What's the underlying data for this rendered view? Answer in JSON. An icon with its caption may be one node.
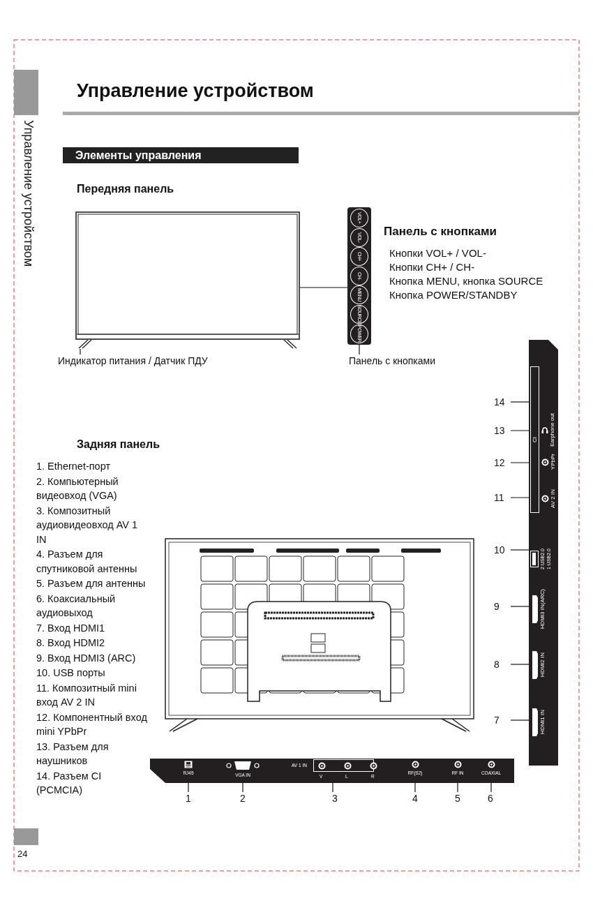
{
  "diagram": {
    "title": "Управление устройством",
    "nodes": [
      {
        "text": [],
        "shape": "picture"
      },
      {
        "text": [
          "Индикатор питания / Датчик ПДУ"
        ]
      },
      {
        "text": [],
        "shape": "bar"
      },
      {
        "text": [
          "VOL+"
        ],
        "in": 2
      },
      {
        "text": [
          "VOL-"
        ],
        "in": 2
      },
      {
        "text": [
          "CH+"
        ],
        "in": 2
      },
      {
        "text": [
          "CH-"
        ],
        "in": 2
      },
      {
        "text": [
          "MENU"
        ],
        "in": 2
      },
      {
        "text": [
          "SOURCE"
        ],
        "in": 2
      },
      {
        "text": [
          "POWER"
        ],
        "in": 2
      },
      {
        "text": [
          "Панель с кнопками"
        ]
      },
      {
        "text": [],
        "shape": "bar"
      },
      {
        "text": [
          "CI"
        ],
        "in": 11
      },
      {
        "text": [
          "Earphone out"
        ],
        "in": 11
      },
      {
        "text": [
          "YPbPr"
        ],
        "in": 11
      },
      {
        "text": [
          "AV 2 IN"
        ],
        "in": 11
      },
      {
        "text": [
          "2 USB2.0",
          "1 USB2.0"
        ],
        "in": 11
      },
      {
        "text": [
          "HDMI3 IN(ARC)"
        ],
        "in": 11
      },
      {
        "text": [
          "HDMI2 IN"
        ],
        "in": 11
      },
      {
        "text": [
          "HDMI1 IN"
        ],
        "in": 11
      },
      {
        "text": [
          "14"
        ]
      },
      {
        "text": [
          "13"
        ]
      },
      {
        "text": [
          "12"
        ]
      },
      {
        "text": [
          "11"
        ]
      },
      {
        "text": [
          "10"
        ]
      },
      {
        "text": [
          "9"
        ]
      },
      {
        "text": [
          "8"
        ]
      },
      {
        "text": [
          "7"
        ]
      },
      {
        "text": [],
        "shape": "bar"
      },
      {
        "text": [
          "RJ45"
        ],
        "in": 28
      },
      {
        "text": [
          "VGA IN"
        ],
        "in": 28
      },
      {
        "text": [
          "AV 1 IN",
          "V",
          "L",
          "R"
        ],
        "in": 28
      },
      {
        "text": [
          "RF(S2)"
        ],
        "in": 28
      },
      {
        "text": [
          "RF IN"
        ],
        "in": 28
      },
      {
        "text": [
          "COAXIAL"
        ],
        "in": 28
      },
      {
        "text": [
          "1"
        ]
      },
      {
        "text": [
          "2"
        ]
      },
      {
        "text": [
          "3"
        ]
      },
      {
        "text": [
          "4"
        ]
      },
      {
        "text": [
          "5"
        ]
      },
      {
        "text": [
          "6"
        ]
      }
    ],
    "edges": [
      {
        "from": 1,
        "to": 0,
        "arrow": "none"
      },
      {
        "from": 0,
        "to": 2,
        "arrow": "none"
      },
      {
        "from": 10,
        "to": 2,
        "arrow": "none"
      },
      {
        "from": 20,
        "to": 12,
        "arrow": "none"
      },
      {
        "from": 21,
        "to": 13,
        "arrow": "none"
      },
      {
        "from": 22,
        "to": 14,
        "arrow": "none"
      },
      {
        "from": 23,
        "to": 15,
        "arrow": "none"
      },
      {
        "from": 24,
        "to": 16,
        "arrow": "none"
      },
      {
        "from": 25,
        "to": 17,
        "arrow": "none"
      },
      {
        "from": 26,
        "to": 18,
        "arrow": "none"
      },
      {
        "from": 27,
        "to": 19,
        "arrow": "none"
      },
      {
        "from": 35,
        "to": 29,
        "arrow": "none"
      },
      {
        "from": 36,
        "to": 30,
        "arrow": "none"
      },
      {
        "from": 37,
        "to": 31,
        "arrow": "none"
      },
      {
        "from": 38,
        "to": 32,
        "arrow": "none"
      },
      {
        "from": 39,
        "to": 33,
        "arrow": "none"
      },
      {
        "from": 40,
        "to": 34,
        "arrow": "none"
      }
    ],
    "labels": [
      "Управление устройством",
      "Элементы управления",
      "Передняя панель",
      "Панель с кнопками",
      "Кнопки VOL+ / VOL-",
      "Кнопки CH+ / CH-",
      "Кнопка MENU, кнопка SOURCE",
      "Кнопка  POWER/STANDBY",
      "Задняя панель",
      "1. Ethernet-порт",
      "2. Компьютерный видеовход (VGA)",
      "3. Композитный аудиовидеовход AV 1 IN",
      "4. Разъем для спутниковой антенны",
      "5. Разъем для антенны",
      "6. Коаксиальный аудиовыход",
      "7. Вход HDMI1",
      "8. Вход HDMI2",
      "9. Вход HDMI3 (ARC)",
      "10. USB порты",
      "11. Композитный mini вход AV 2 IN",
      "12. Компонентный вход mini YPbPr",
      "13. Разъем для наушников",
      "14. Разъем CI (PCMCIA)",
      "24"
    ]
  }
}
